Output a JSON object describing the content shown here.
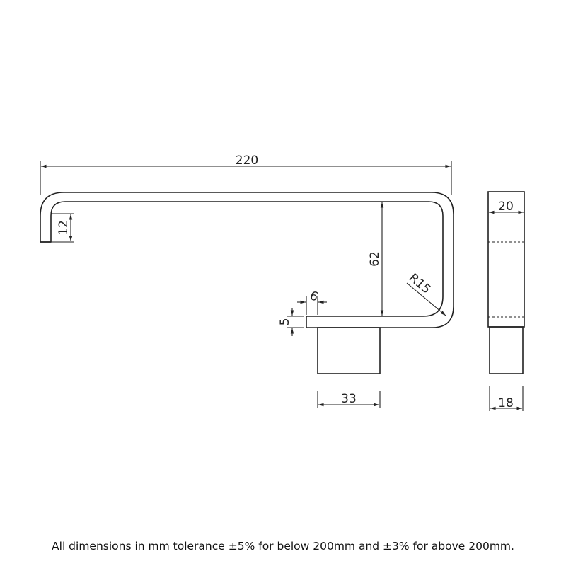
{
  "dimensions": {
    "overall_length": "220",
    "end_height": "12",
    "inner_drop": "62",
    "bend_radius": "R15",
    "tip_width": "6",
    "bar_thickness": "5",
    "base_length": "33",
    "side_width_top": "20",
    "side_width_base": "18"
  },
  "footer": "All dimensions in mm tolerance ±5% for below 200mm and ±3% for above 200mm."
}
